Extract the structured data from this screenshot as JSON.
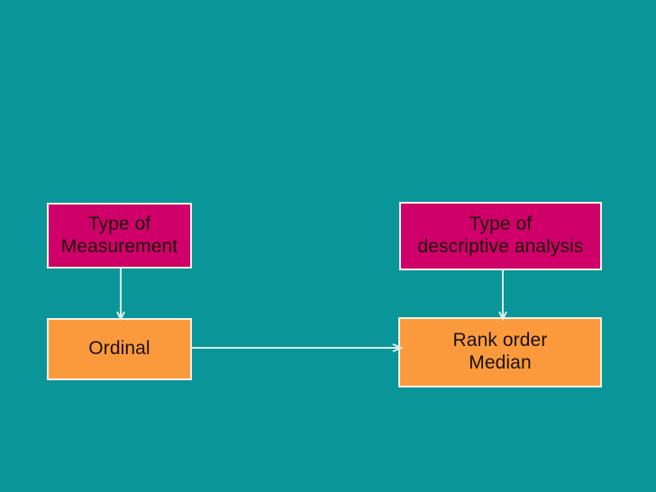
{
  "slide": {
    "background_color": "#0a9699",
    "title": ""
  },
  "palette": {
    "background": "#0a9699",
    "header_fill": "#cf0069",
    "value_fill": "#fb9a3c",
    "box_border": "#f3f0e6",
    "text": "#1a1008",
    "connector": "#d8f2ef"
  },
  "diagram": {
    "type": "flow",
    "columns": [
      {
        "name": "measurement-column",
        "header": {
          "id": "hdr-measurement",
          "label": "Type of\nMeasurement",
          "lines": [
            "Type of",
            "Measurement"
          ],
          "fill": "#cf0069"
        },
        "items": [
          {
            "id": "box-ordinal",
            "label": "Ordinal",
            "lines": [
              "Ordinal"
            ],
            "fill": "#fb9a3c"
          }
        ]
      },
      {
        "name": "analysis-column",
        "header": {
          "id": "hdr-analysis",
          "label": "Type of\ndescriptive analysis",
          "lines": [
            "Type of",
            "descriptive analysis"
          ],
          "fill": "#cf0069"
        },
        "items": [
          {
            "id": "box-rank-median",
            "label": "Rank order\nMedian",
            "lines": [
              "Rank order",
              "Median"
            ],
            "fill": "#fb9a3c"
          }
        ]
      }
    ],
    "connectors": [
      {
        "id": "arrow-meas-ordinal",
        "from": "hdr-measurement",
        "to": "box-ordinal",
        "direction": "down",
        "label": ""
      },
      {
        "id": "arrow-anal-rank",
        "from": "hdr-analysis",
        "to": "box-rank-median",
        "direction": "down",
        "label": ""
      },
      {
        "id": "arrow-ordinal-rank",
        "from": "box-ordinal",
        "to": "box-rank-median",
        "direction": "right",
        "label": ""
      }
    ]
  }
}
